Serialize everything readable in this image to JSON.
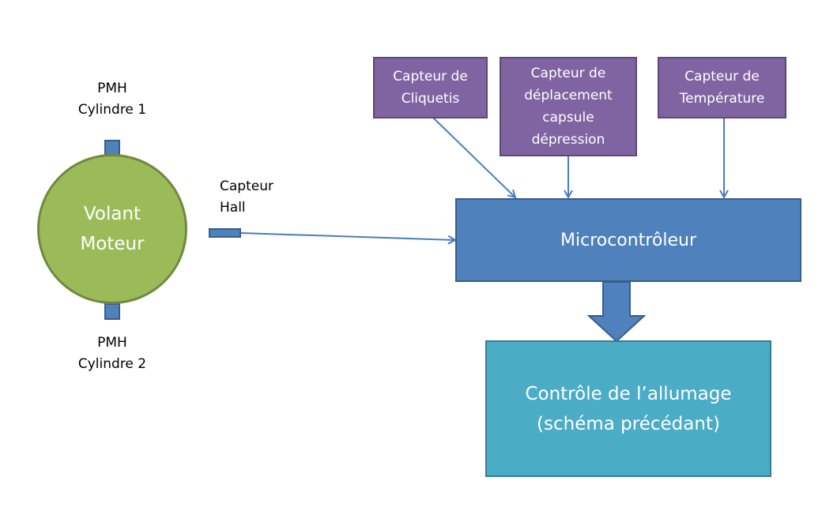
{
  "diagram": {
    "flywheel": {
      "label": "Volant\nMoteur",
      "color": "#9bbb59"
    },
    "tdc_top": {
      "label": "PMH\nCylindre 1"
    },
    "tdc_bottom": {
      "label": "PMH\nCylindre 2"
    },
    "hall_sensor": {
      "label": "Capteur\nHall"
    },
    "sensors": [
      {
        "label": "Capteur de\nCliquetis"
      },
      {
        "label": "Capteur de\ndéplacement\ncapsule\ndépression"
      },
      {
        "label": "Capteur de\nTempérature"
      }
    ],
    "microcontroller": {
      "label": "Microcontrôleur",
      "color": "#4f81bd"
    },
    "ignition_control": {
      "label": "Contrôle de l’allumage\n(schéma précédant)",
      "color": "#4bacc6"
    },
    "sensor_color": "#8064a2"
  }
}
